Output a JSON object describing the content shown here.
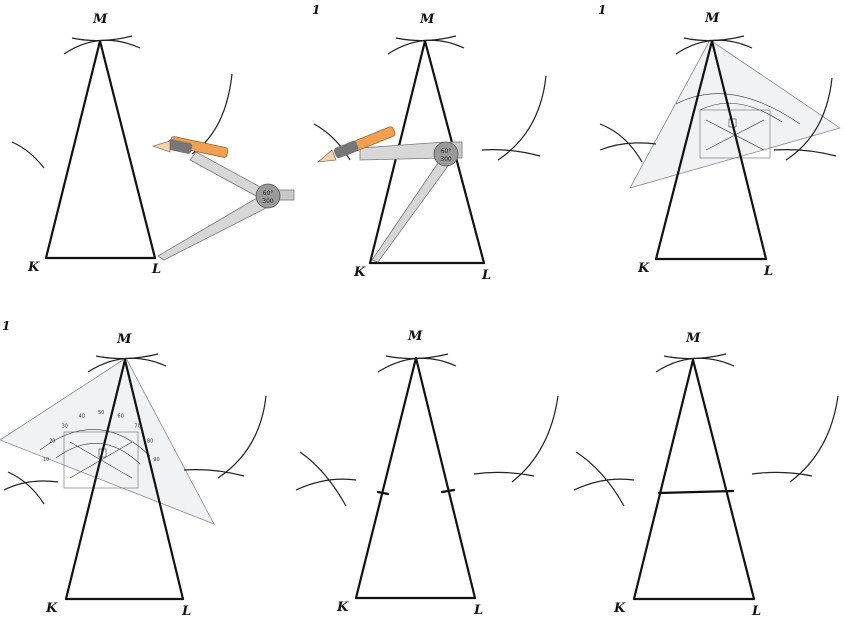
{
  "panels": [
    {
      "id": "p1",
      "vertex_labels": {
        "M": "M",
        "K": "K",
        "L": "L"
      },
      "corner_mark": ""
    },
    {
      "id": "p2",
      "vertex_labels": {
        "M": "M",
        "K": "K",
        "L": "L"
      },
      "corner_mark": "1"
    },
    {
      "id": "p3",
      "vertex_labels": {
        "M": "M",
        "K": "K",
        "L": "L"
      },
      "corner_mark": "1"
    },
    {
      "id": "p4",
      "vertex_labels": {
        "M": "M",
        "K": "K",
        "L": "L"
      },
      "corner_mark": "1"
    },
    {
      "id": "p5",
      "vertex_labels": {
        "M": "M",
        "K": "K",
        "L": "L"
      },
      "corner_mark": ""
    },
    {
      "id": "p6",
      "vertex_labels": {
        "M": "M",
        "K": "K",
        "L": "L"
      },
      "corner_mark": ""
    }
  ],
  "compass": {
    "hub_line1": "60°",
    "hub_line2": "300"
  },
  "set_square": {
    "scale_numbers": [
      "10",
      "20",
      "30",
      "40",
      "50",
      "60",
      "70",
      "80",
      "90"
    ]
  }
}
